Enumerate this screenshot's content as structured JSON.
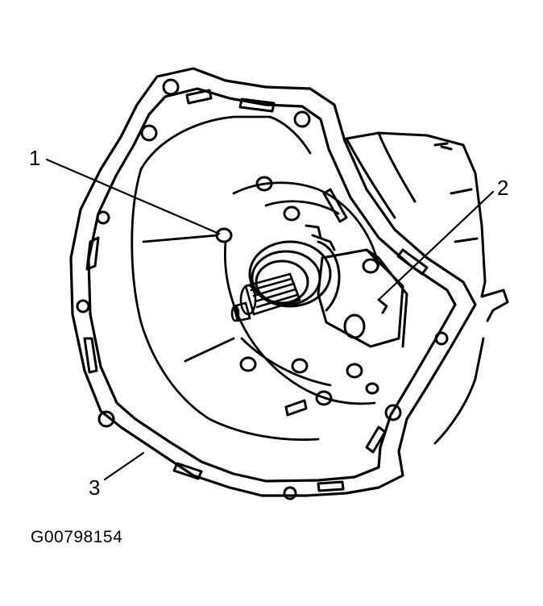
{
  "callouts": [
    {
      "id": "1",
      "label": "1"
    },
    {
      "id": "2",
      "label": "2"
    },
    {
      "id": "3",
      "label": "3"
    }
  ],
  "figure_id": "G00798154",
  "colors": {
    "line": "#000000",
    "background": "#ffffff"
  }
}
